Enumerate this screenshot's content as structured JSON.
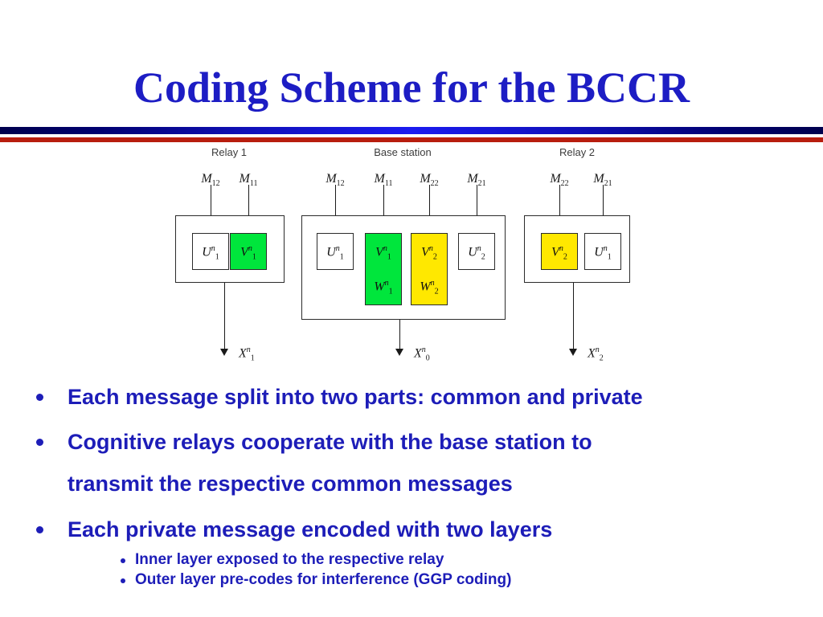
{
  "slide": {
    "title": "Coding Scheme for the BCCR",
    "title_color": "#1d1dc4",
    "body_color": "#1d1db8",
    "divider_blue": "#1b1bf0",
    "divider_red": "#b81d0e"
  },
  "diagram": {
    "colors": {
      "green": "#00e63c",
      "yellow": "#ffe800",
      "white": "#ffffff",
      "stroke": "#2b2b2b"
    },
    "groups": [
      {
        "title": "Relay 1",
        "inputs": [
          "M12",
          "M11"
        ],
        "output": "X1",
        "cells": [
          {
            "top": "U1",
            "bottom": "",
            "fill": "white"
          },
          {
            "top": "V1",
            "bottom": "",
            "fill": "green"
          }
        ]
      },
      {
        "title": "Base station",
        "inputs": [
          "M12",
          "M11",
          "M22",
          "M21"
        ],
        "output": "X0",
        "cells": [
          {
            "top": "U1",
            "bottom": "",
            "fill": "white"
          },
          {
            "top": "V1",
            "bottom": "W1",
            "fill": "green"
          },
          {
            "top": "V2",
            "bottom": "W2",
            "fill": "yellow"
          },
          {
            "top": "U2",
            "bottom": "",
            "fill": "white"
          }
        ]
      },
      {
        "title": "Relay 2",
        "inputs": [
          "M22",
          "M21"
        ],
        "output": "X2",
        "cells": [
          {
            "top": "V2",
            "bottom": "",
            "fill": "yellow"
          },
          {
            "top": "U1",
            "bottom": "",
            "fill": "white"
          }
        ]
      }
    ],
    "labels": {
      "relay1_title": "Relay 1",
      "base_title": "Base station",
      "relay2_title": "Relay 2",
      "m12": "M",
      "m12_sub": "12",
      "m11": "M",
      "m11_sub": "11",
      "m22": "M",
      "m22_sub": "22",
      "m21": "M",
      "m21_sub": "21",
      "u1_base": "U",
      "u1_sub": "1",
      "u2_base": "U",
      "u2_sub": "2",
      "v1_base": "V",
      "v1_sub": "1",
      "v2_base": "V",
      "v2_sub": "2",
      "w1_base": "W",
      "w1_sub": "1",
      "w2_base": "W",
      "w2_sub": "2",
      "x1_base": "X",
      "x1_sub": "1",
      "x0_base": "X",
      "x0_sub": "0",
      "x2_base": "X",
      "x2_sub": "2",
      "superscript_n": "n"
    }
  },
  "bullets": [
    {
      "level": 1,
      "text": "Each message split into two parts: common and private"
    },
    {
      "level": 1,
      "text": "Cognitive relays cooperate with the base station to"
    },
    {
      "level": 1,
      "cont": true,
      "text": "transmit the respective common messages"
    },
    {
      "level": 1,
      "text": "Each private message encoded with two layers"
    },
    {
      "level": 2,
      "text": "Inner layer exposed to the respective relay"
    },
    {
      "level": 2,
      "text": "Outer layer pre-codes for interference (GGP coding)"
    }
  ]
}
